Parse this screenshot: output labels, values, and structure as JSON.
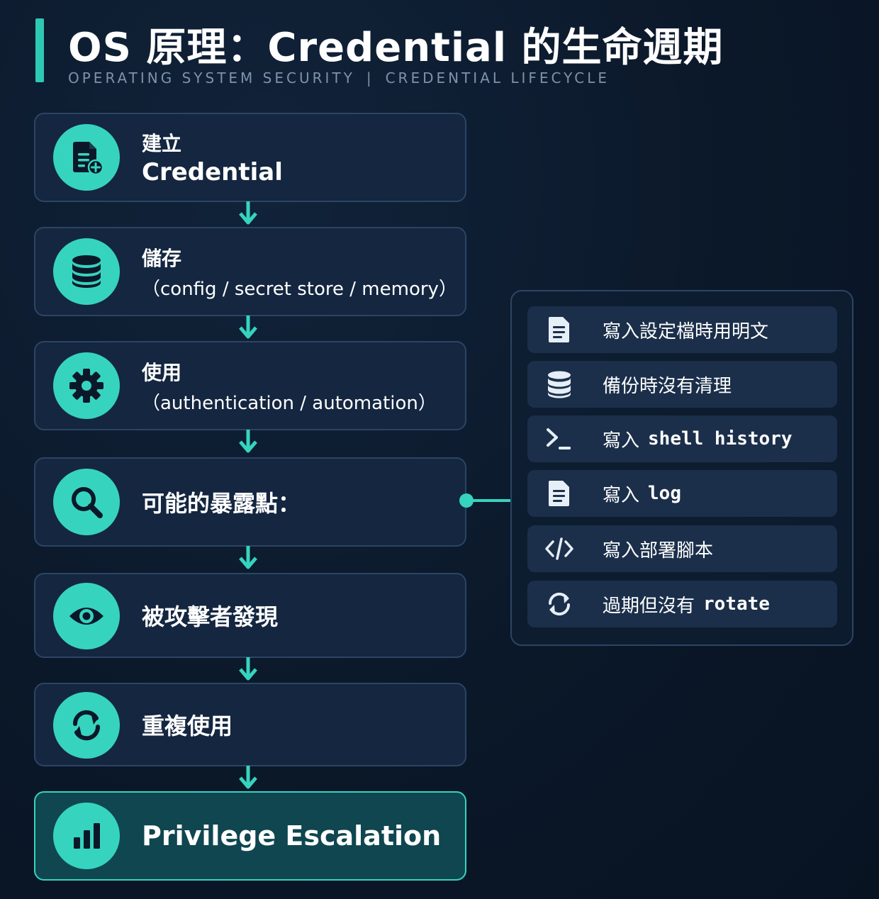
{
  "header": {
    "title": "OS 原理：Credential 的生命週期",
    "subtitle_left": "OPERATING SYSTEM SECURITY",
    "subtitle_sep": "|",
    "subtitle_right": "CREDENTIAL LIFECYCLE"
  },
  "steps": [
    {
      "icon": "file-add-icon",
      "line1": "建立",
      "line2": "Credential"
    },
    {
      "icon": "database-icon",
      "line1": "儲存",
      "line2": "（config / secret store / memory）"
    },
    {
      "icon": "gear-icon",
      "line1": "使用",
      "line2": "（authentication / automation）"
    },
    {
      "icon": "search-icon",
      "line1": "可能的暴露點："
    },
    {
      "icon": "eye-icon",
      "line1": "被攻擊者發現"
    },
    {
      "icon": "refresh-icon",
      "line1": "重複使用"
    },
    {
      "icon": "bar-chart-icon",
      "line1": "Privilege Escalation"
    }
  ],
  "exposure_points": [
    {
      "icon": "document-icon",
      "text": "寫入設定檔時用明文"
    },
    {
      "icon": "database-icon",
      "text": "備份時沒有清理"
    },
    {
      "icon": "terminal-icon",
      "prefix": "寫入 ",
      "code": "shell history"
    },
    {
      "icon": "document-icon",
      "prefix": "寫入 ",
      "code": "log"
    },
    {
      "icon": "code-icon",
      "text": "寫入部署腳本"
    },
    {
      "icon": "refresh-icon",
      "prefix": "過期但沒有 ",
      "code": "rotate"
    }
  ],
  "colors": {
    "accent": "#36d4bf",
    "background": "#0b1829",
    "card": "#142640",
    "card_border": "#2b4563",
    "final_card": "#0f4650"
  }
}
